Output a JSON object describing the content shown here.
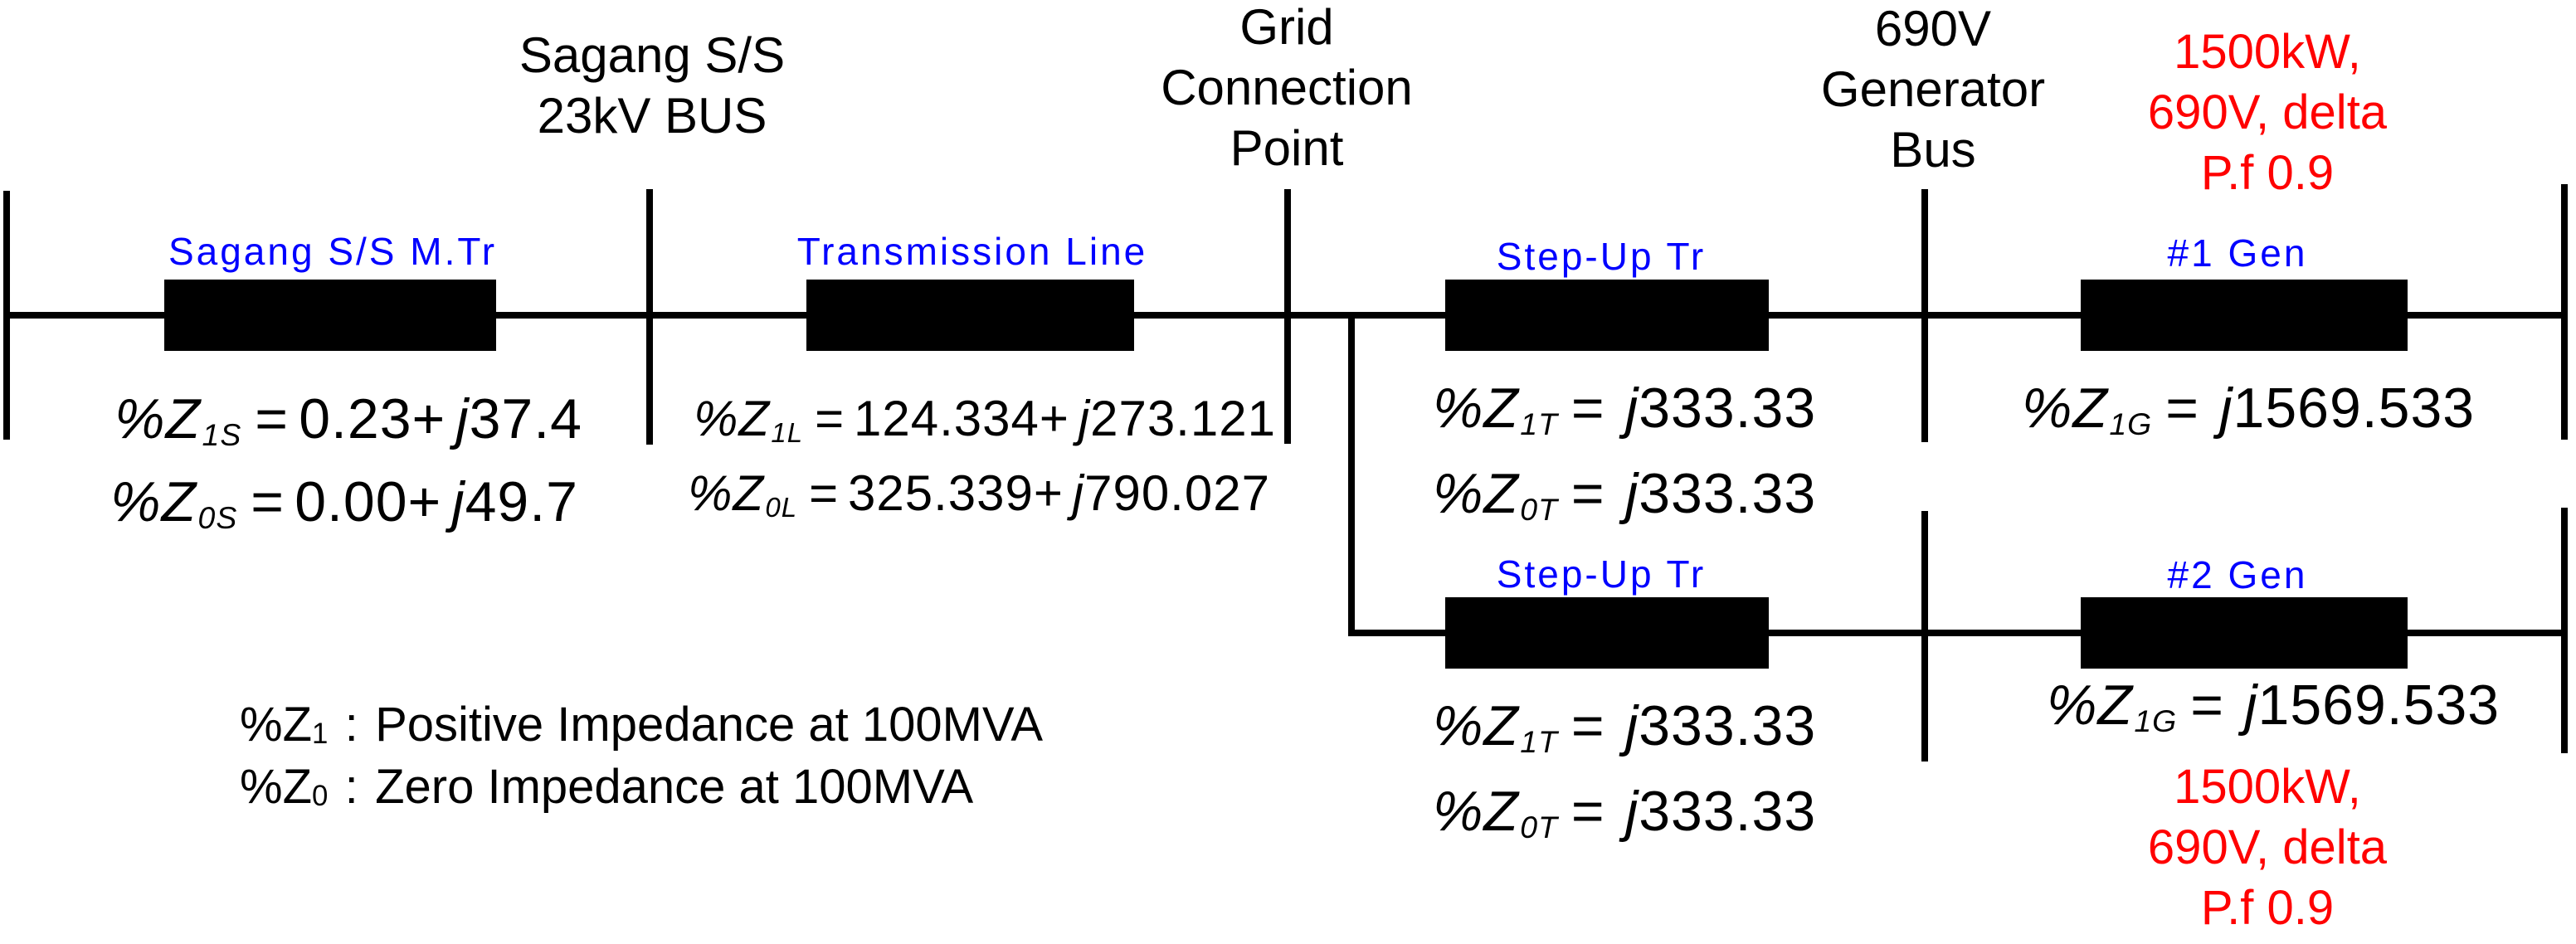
{
  "colors": {
    "component_label_blue": "#0000ff",
    "generator_rating_red": "#ff0000",
    "diagram_black": "#000000"
  },
  "symbols": {
    "pctZ": "%Z",
    "eq": "=",
    "j": "j",
    "colon": ":"
  },
  "titles": {
    "sagang_bus": [
      "Sagang S/S",
      "23kV BUS"
    ],
    "grid_connection": [
      "Grid",
      "Connection",
      "Point"
    ],
    "generator_bus": [
      "690V",
      "Generator",
      "Bus"
    ]
  },
  "components": {
    "mtr": {
      "label": "Sagang S/S M.Tr"
    },
    "tline": {
      "label": "Transmission Line"
    },
    "stepup1": {
      "label": "Step-Up Tr"
    },
    "stepup2": {
      "label": "Step-Up Tr"
    },
    "gen1": {
      "label": "#1 Gen",
      "rating": [
        "1500kW,",
        "690V, delta",
        "P.f 0.9"
      ]
    },
    "gen2": {
      "label": "#2 Gen",
      "rating": [
        "1500kW,",
        "690V, delta",
        "P.f 0.9"
      ]
    }
  },
  "formulas": {
    "z1s": {
      "sub": "1S",
      "real": "0.23+",
      "imag": "37.4"
    },
    "z0s": {
      "sub": "0S",
      "real": "0.00+",
      "imag": "49.7"
    },
    "z1l": {
      "sub": "1L",
      "real": "124.334+",
      "imag": "273.121"
    },
    "z0l": {
      "sub": "0L",
      "real": "325.339+",
      "imag": "790.027"
    },
    "z1t_a": {
      "sub": "1T",
      "real": "",
      "imag": "333.33"
    },
    "z0t_a": {
      "sub": "0T",
      "real": "",
      "imag": "333.33"
    },
    "z1g_a": {
      "sub": "1G",
      "real": "",
      "imag": "1569.533"
    },
    "z1t_b": {
      "sub": "1T",
      "real": "",
      "imag": "333.33"
    },
    "z0t_b": {
      "sub": "0T",
      "real": "",
      "imag": "333.33"
    },
    "z1g_b": {
      "sub": "1G",
      "real": "",
      "imag": "1569.533"
    }
  },
  "legend": [
    {
      "prefix": "%Z",
      "sub": "1",
      "desc": "Positive Impedance at 100MVA"
    },
    {
      "prefix": "%Z",
      "sub": "0",
      "desc": "Zero Impedance at 100MVA"
    }
  ]
}
